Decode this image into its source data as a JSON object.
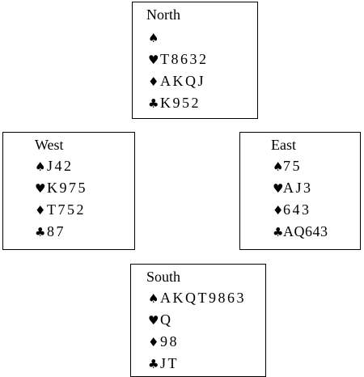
{
  "hands": {
    "north": {
      "seat": "North",
      "spades": "",
      "hearts": "T8632",
      "diamonds": "AKQJ",
      "clubs": "K952"
    },
    "west": {
      "seat": "West",
      "spades": "J42",
      "hearts": "K975",
      "diamonds": "T752",
      "clubs": "87"
    },
    "east": {
      "seat": "East",
      "spades": "75",
      "hearts": "AJ3",
      "diamonds": "643",
      "clubs": "AQ643"
    },
    "south": {
      "seat": "South",
      "spades": "AKQT9863",
      "hearts": "Q",
      "diamonds": "98",
      "clubs": "JT"
    }
  },
  "suit_symbols": {
    "spades": "♠",
    "hearts": "♥",
    "diamonds": "♦",
    "clubs": "♣"
  }
}
